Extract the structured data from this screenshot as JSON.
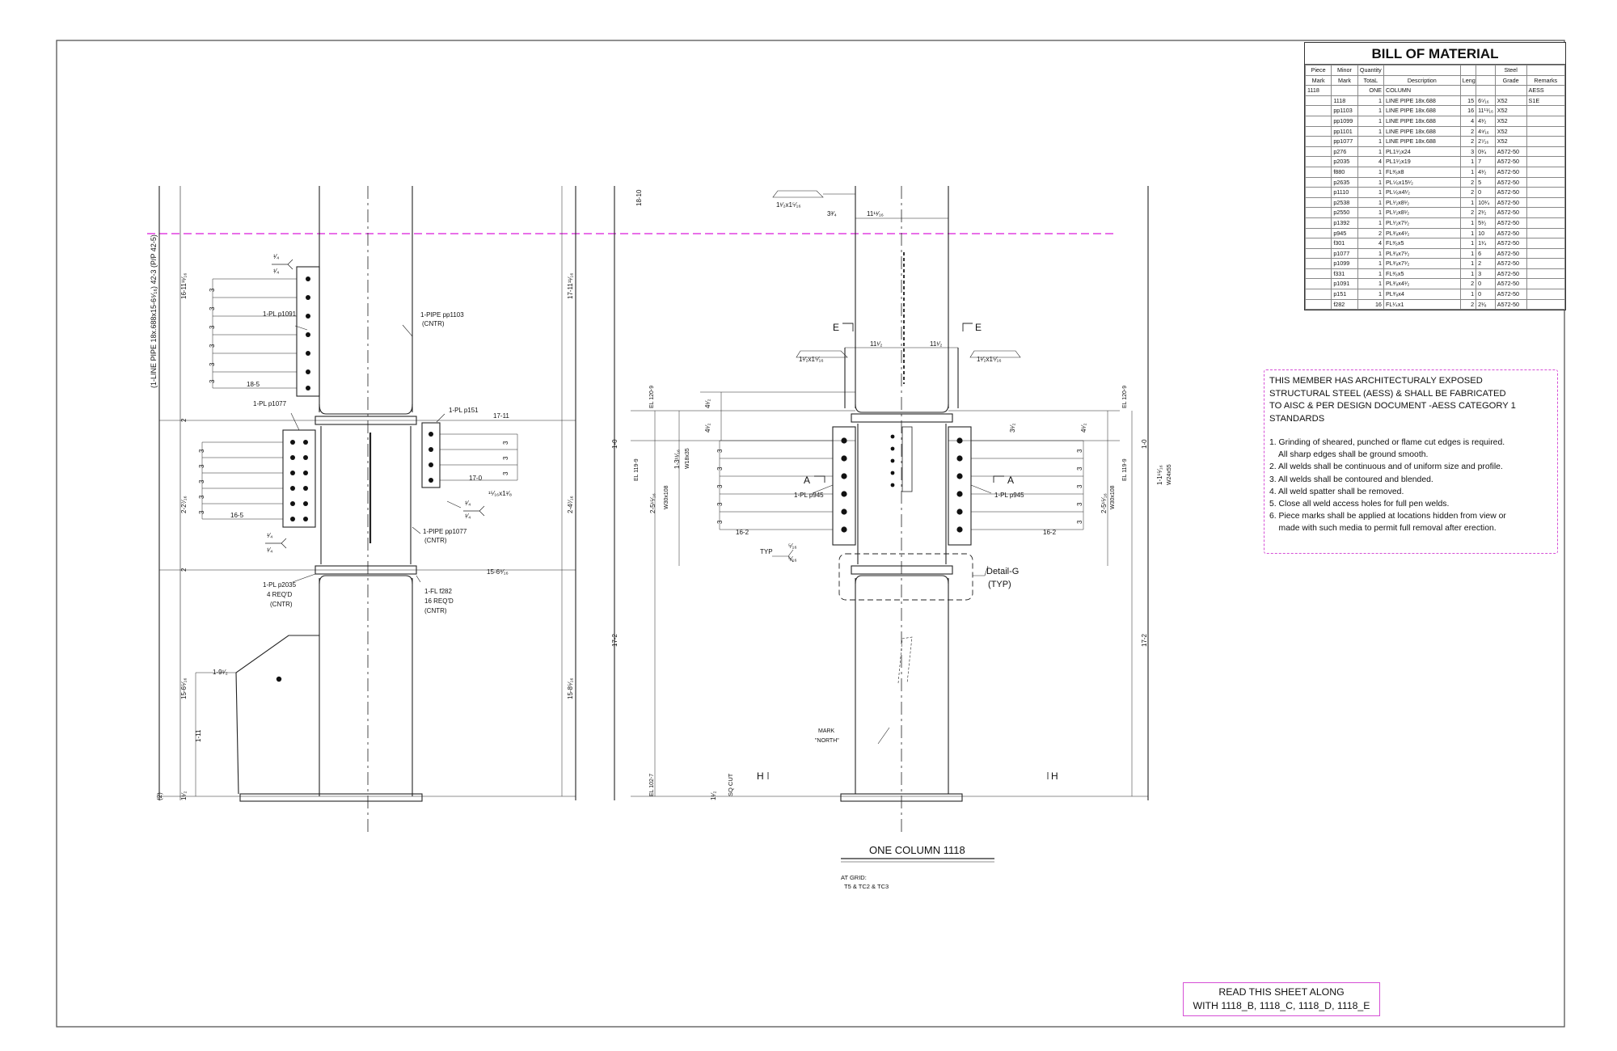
{
  "bom": {
    "title": "BILL OF MATERIAL",
    "headers": [
      [
        "Piece",
        "Minor",
        "Quantity",
        "",
        "",
        "",
        "Steel",
        ""
      ],
      [
        "Mark",
        "Mark",
        "TotaL",
        "Description",
        "Length",
        "",
        "Grade",
        "Remarks"
      ]
    ],
    "rows": [
      [
        "1118",
        "",
        "ONE",
        "COLUMN",
        "",
        "",
        "",
        "AESS"
      ],
      [
        "",
        "1118",
        "1",
        "LINE PIPE 18x.688",
        "15",
        "6⁵⁄₁₆",
        "X52",
        "S1E"
      ],
      [
        "",
        "pp1103",
        "1",
        "LINE PIPE 18x.688",
        "16",
        "11¹¹⁄₁₆",
        "X52",
        ""
      ],
      [
        "",
        "pp1099",
        "1",
        "LINE PIPE 18x.688",
        "4",
        "4¹⁄₂",
        "X52",
        ""
      ],
      [
        "",
        "pp1101",
        "1",
        "LINE PIPE 18x.688",
        "2",
        "4⁹⁄₁₆",
        "X52",
        ""
      ],
      [
        "",
        "pp1077",
        "1",
        "LINE PIPE 18x.688",
        "2",
        "2⁷⁄₁₆",
        "X52",
        ""
      ],
      [
        "",
        "p276",
        "1",
        "PL1¹⁄₂x24",
        "3",
        "0¹⁄₄",
        "A572-50",
        ""
      ],
      [
        "",
        "p2035",
        "4",
        "PL1¹⁄₂x19",
        "1",
        "7",
        "A572-50",
        ""
      ],
      [
        "",
        "f880",
        "1",
        "FL³⁄₈x8",
        "1",
        "4¹⁄₂",
        "A572-50",
        ""
      ],
      [
        "",
        "p2635",
        "1",
        "PL⁵⁄₈x15¹⁄₂",
        "2",
        "5",
        "A572-50",
        ""
      ],
      [
        "",
        "p1110",
        "1",
        "PL⁵⁄₈x4¹⁄₂",
        "2",
        "0",
        "A572-50",
        ""
      ],
      [
        "",
        "p2538",
        "1",
        "PL¹⁄₂x8¹⁄₂",
        "1",
        "10¹⁄₄",
        "A572-50",
        ""
      ],
      [
        "",
        "p2550",
        "1",
        "PL¹⁄₂x8¹⁄₂",
        "2",
        "2¹⁄₂",
        "A572-50",
        ""
      ],
      [
        "",
        "p1392",
        "1",
        "PL¹⁄₂x7¹⁄₂",
        "1",
        "5¹⁄₂",
        "A572-50",
        ""
      ],
      [
        "",
        "p945",
        "2",
        "PL³⁄₈x4¹⁄₂",
        "1",
        "10",
        "A572-50",
        ""
      ],
      [
        "",
        "f301",
        "4",
        "FL³⁄₈x5",
        "1",
        "1¹⁄₄",
        "A572-50",
        ""
      ],
      [
        "",
        "p1077",
        "1",
        "PL³⁄₈x7¹⁄₂",
        "1",
        "6",
        "A572-50",
        ""
      ],
      [
        "",
        "p1099",
        "1",
        "PL³⁄₈x7¹⁄₂",
        "1",
        "2",
        "A572-50",
        ""
      ],
      [
        "",
        "f331",
        "1",
        "FL³⁄₈x5",
        "1",
        "3",
        "A572-50",
        ""
      ],
      [
        "",
        "p1091",
        "1",
        "PL³⁄₈x4¹⁄₂",
        "2",
        "0",
        "A572-50",
        ""
      ],
      [
        "",
        "p151",
        "1",
        "PL³⁄₈x4",
        "1",
        "0",
        "A572-50",
        ""
      ],
      [
        "",
        "f282",
        "16",
        "FL¹⁄₄x1",
        "2",
        "2¹⁄₈",
        "A572-50",
        ""
      ]
    ]
  },
  "notes": {
    "header": [
      "THIS MEMBER HAS ARCHITECTURALY EXPOSED",
      "STRUCTURAL STEEL (AESS) & SHALL BE FABRICATED",
      "TO AISC & PER DESIGN DOCUMENT -AESS CATEGORY 1 STANDARDS"
    ],
    "items": [
      "1. Grinding of sheared, punched or flame cut edges is required.",
      "    All sharp edges shall be ground smooth.",
      "2. All welds shall be continuous and of uniform size and profile.",
      "3. All welds shall be contoured and blended.",
      "4. All weld spatter shall be removed.",
      "5. Close all weld access holes for full pen welds.",
      "6. Piece marks shall be applied at locations hidden from view or",
      "    made with such media to permit full removal after erection."
    ]
  },
  "read_box": {
    "line1": "READ THIS SHEET ALONG",
    "line2": "WITH 1118_B, 1118_C, 1118_D, 1118_E"
  },
  "drawing": {
    "title": "ONE COLUMN 1118",
    "grid_label": "AT GRID:",
    "grid_value": "T5 & TC2 & TC3",
    "left_view": {
      "overall_label": "(1-LINE PIPE 18x.688x15-6⁵⁄₁₆) 42-3 (P/P 42-5)",
      "dim_upper": "16-11¹¹⁄₁₆",
      "dim_upper_right": "17-11¹¹⁄₁₆",
      "dim_mid": "2-2⁷⁄₁₆",
      "dim_mid_right": "2-4⁷⁄₁₆",
      "dim_lower": "15-6⁵⁄₁₆",
      "dim_lower_right": "15-8⁵⁄₁₆",
      "dim_gap_top": "2",
      "dim_gap_bottom": "2",
      "dim_base": "1¹⁄₂",
      "dim_base_tag": "(2)",
      "dim_1_11": "1-11",
      "dim_1_9": "1-9¹⁄₂",
      "label_p1091": "1-PL p1091",
      "label_pp1103": "1-PIPE pp1103",
      "label_cntr": "(CNTR)",
      "label_p1077": "1-PL p1077",
      "label_p151": "1-PL p151",
      "label_pp1077": "1-PIPE pp1077",
      "label_p2035": "1-PL p2035",
      "label_4reqd": "4 REQ'D",
      "label_f282": "1-FL f282",
      "label_16reqd": "16 REQ'D",
      "dim_18_5": "18-5",
      "dim_17_11": "17-11",
      "dim_17_0": "17-0",
      "dim_16_5": "16-5",
      "dim_15_6": "15-6⁹⁄₁₆",
      "dim_3": "3",
      "weld_quarter": "¹⁄₄",
      "weld_callout": "¹⁵⁄₁₆x1¹⁄₈"
    },
    "right_view": {
      "dim_18_10": "18-10",
      "dim_1_0": "1-0",
      "dim_1_0_right": "1-0",
      "dim_17_2": "17-2",
      "dim_17_2_right": "17-2",
      "dim_2_5": "2-5¹⁵⁄₁₆",
      "dim_2_5_right": "2-5¹⁵⁄₁₆",
      "dim_1_3": "1-3¹¹⁄₁₆",
      "dim_1_1": "1-1¹⁵⁄₁₆",
      "dim_base": "1¹⁄₂",
      "dim_3_4": "3³⁄₄",
      "dim_11_11": "11¹¹⁄₁₆",
      "dim_11_half": "11¹⁄₂",
      "dim_4_half": "4¹⁄₂",
      "dim_3_half": "3¹⁄₂",
      "dim_16_2": "16-2",
      "dim_3": "3",
      "el_120": "EL 120-9",
      "el_119": "EL 119-9",
      "el_102": "EL 102-7",
      "w30": "W30x108",
      "w24": "W24x55",
      "w18": "W18x35",
      "so_cut": "SQ CUT",
      "plate_label": "1-PL p945",
      "typ": "TYP",
      "weld_5_16": "⁵⁄₁₆",
      "weld_callout": "1¹⁄₂x1⁵⁄₁₆",
      "mark_label": "MARK",
      "mark_north": "\"NORTH\"",
      "detail_label": "Detail-G",
      "detail_typ": "(TYP)",
      "sec_e": "E",
      "sec_a": "A",
      "sec_h": "H"
    }
  }
}
